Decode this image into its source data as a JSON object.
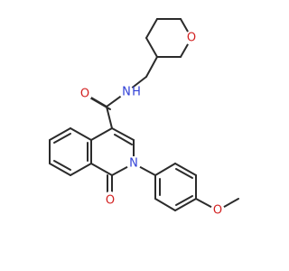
{
  "colors": {
    "bond": "#2b2b2b",
    "oxygen": "#d21f1f",
    "nitrogen": "#2f3fd6",
    "background": "#ffffff"
  },
  "atoms": [
    {
      "name": "atom-o-pyran",
      "text": "O",
      "element": "O"
    },
    {
      "name": "atom-nh-amide",
      "text": "N",
      "element": "N"
    },
    {
      "name": "atom-h-amide",
      "text": "H",
      "element": "N"
    },
    {
      "name": "atom-o-carbonyl-amide",
      "text": "O",
      "element": "O"
    },
    {
      "name": "atom-n-ring",
      "text": "N",
      "element": "N"
    },
    {
      "name": "atom-o-carbonyl-ring",
      "text": "O",
      "element": "O"
    },
    {
      "name": "atom-o-methoxy",
      "text": "O",
      "element": "O"
    }
  ]
}
